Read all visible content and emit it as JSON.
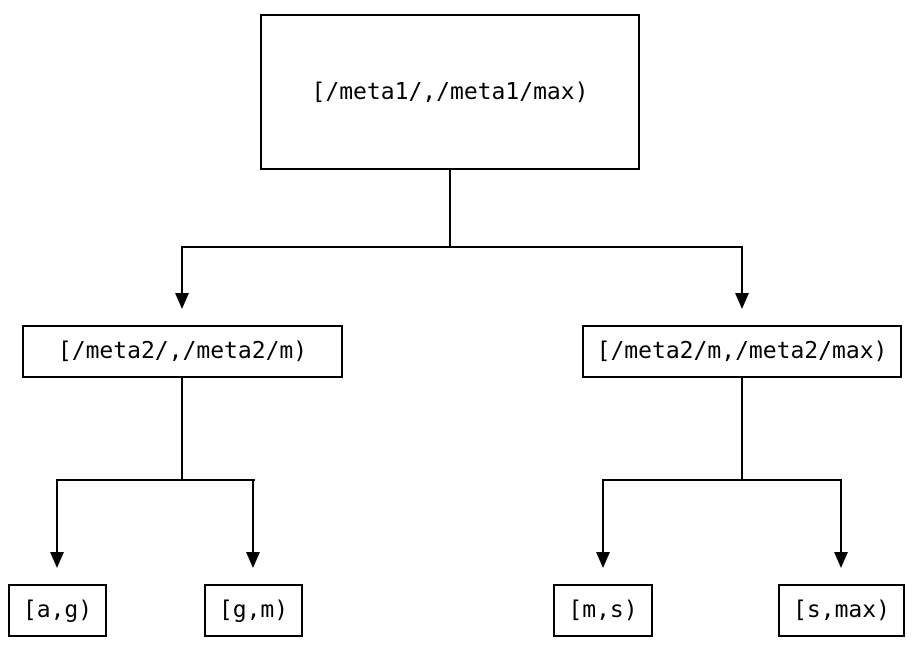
{
  "diagram": {
    "type": "binary-interval-tree",
    "colors": {
      "background": "#ffffff",
      "line": "#000000",
      "text": "#000000",
      "node_fill": "#ffffff"
    },
    "nodes": {
      "root": {
        "label": "[/meta1/,/meta1/max)"
      },
      "meta2_low": {
        "label": "[/meta2/,/meta2/m)"
      },
      "meta2_high": {
        "label": "[/meta2/m,/meta2/max)"
      },
      "leaf_ag": {
        "label": "[a,g)"
      },
      "leaf_gm": {
        "label": "[g,m)"
      },
      "leaf_ms": {
        "label": "[m,s)"
      },
      "leaf_smax": {
        "label": "[s,max)"
      }
    },
    "edges": [
      {
        "from": "root",
        "to": "meta2_low",
        "arrow": "down-triangle"
      },
      {
        "from": "root",
        "to": "meta2_high",
        "arrow": "down-triangle"
      },
      {
        "from": "meta2_low",
        "to": "leaf_ag",
        "arrow": "down-triangle"
      },
      {
        "from": "meta2_low",
        "to": "leaf_gm",
        "arrow": "down-triangle"
      },
      {
        "from": "meta2_high",
        "to": "leaf_ms",
        "arrow": "down-triangle"
      },
      {
        "from": "meta2_high",
        "to": "leaf_smax",
        "arrow": "down-triangle"
      }
    ]
  }
}
